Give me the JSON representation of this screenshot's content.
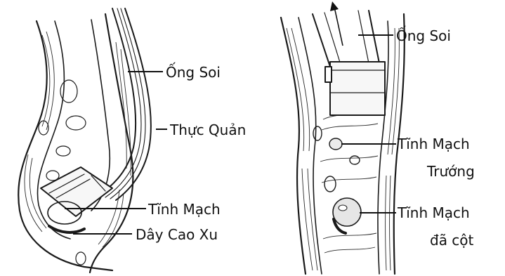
{
  "panel_left": {
    "labels": {
      "tube": "Ống Soi",
      "esophagus": "Thực Quản",
      "vein": "Tĩnh Mạch",
      "band": "Dây Cao Xu"
    }
  },
  "panel_right": {
    "labels": {
      "tube": "Ống Soi",
      "vein_swollen_line1": "Tĩnh Mạch",
      "vein_swollen_line2": "Trướng",
      "vein_ligated_line1": "Tĩnh Mạch",
      "vein_ligated_line2": "đã cột"
    }
  }
}
